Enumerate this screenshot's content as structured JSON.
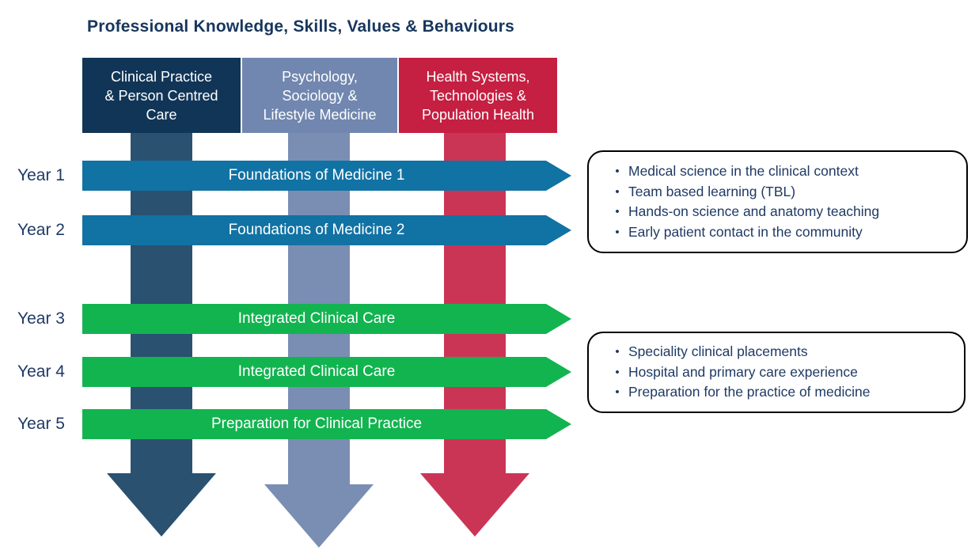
{
  "title": "Professional Knowledge, Skills, Values & Behaviours",
  "columns": [
    {
      "name": "Clinical Practice & Person Centred Care",
      "lines": [
        "Clinical Practice",
        "& Person Centred",
        "Care"
      ],
      "header_color": "#113557",
      "shaft_color": "#2A5170"
    },
    {
      "name": "Psychology, Sociology & Lifestyle Medicine",
      "lines": [
        "Psychology,",
        "Sociology &",
        "Lifestyle Medicine"
      ],
      "header_color": "#7187AF",
      "shaft_color": "#7A8EB4"
    },
    {
      "name": "Health Systems, Technologies & Population Health",
      "lines": [
        "Health Systems,",
        "Technologies &",
        "Population Health"
      ],
      "header_color": "#C51F42",
      "shaft_color": "#CB3555"
    }
  ],
  "years": [
    {
      "label": "Year 1",
      "program": "Foundations of Medicine 1",
      "color": "#1172A4"
    },
    {
      "label": "Year 2",
      "program": "Foundations of Medicine 2",
      "color": "#1172A4"
    },
    {
      "label": "Year 3",
      "program": "Integrated Clinical Care",
      "color": "#12B450"
    },
    {
      "label": "Year 4",
      "program": "Integrated Clinical Care",
      "color": "#12B450"
    },
    {
      "label": "Year 5",
      "program": "Preparation for Clinical Practice",
      "color": "#12B450"
    }
  ],
  "callouts": [
    {
      "bullets": [
        "Medical science in the clinical context",
        "Team based learning (TBL)",
        "Hands-on science and anatomy teaching",
        "Early patient contact in the community"
      ]
    },
    {
      "bullets": [
        "Speciality clinical placements",
        "Hospital and primary care experience",
        "Preparation for the practice of medicine"
      ]
    }
  ],
  "ui": {
    "bullet_char": "•",
    "text_color": "#1F3A64",
    "title_color": "#17365D"
  }
}
